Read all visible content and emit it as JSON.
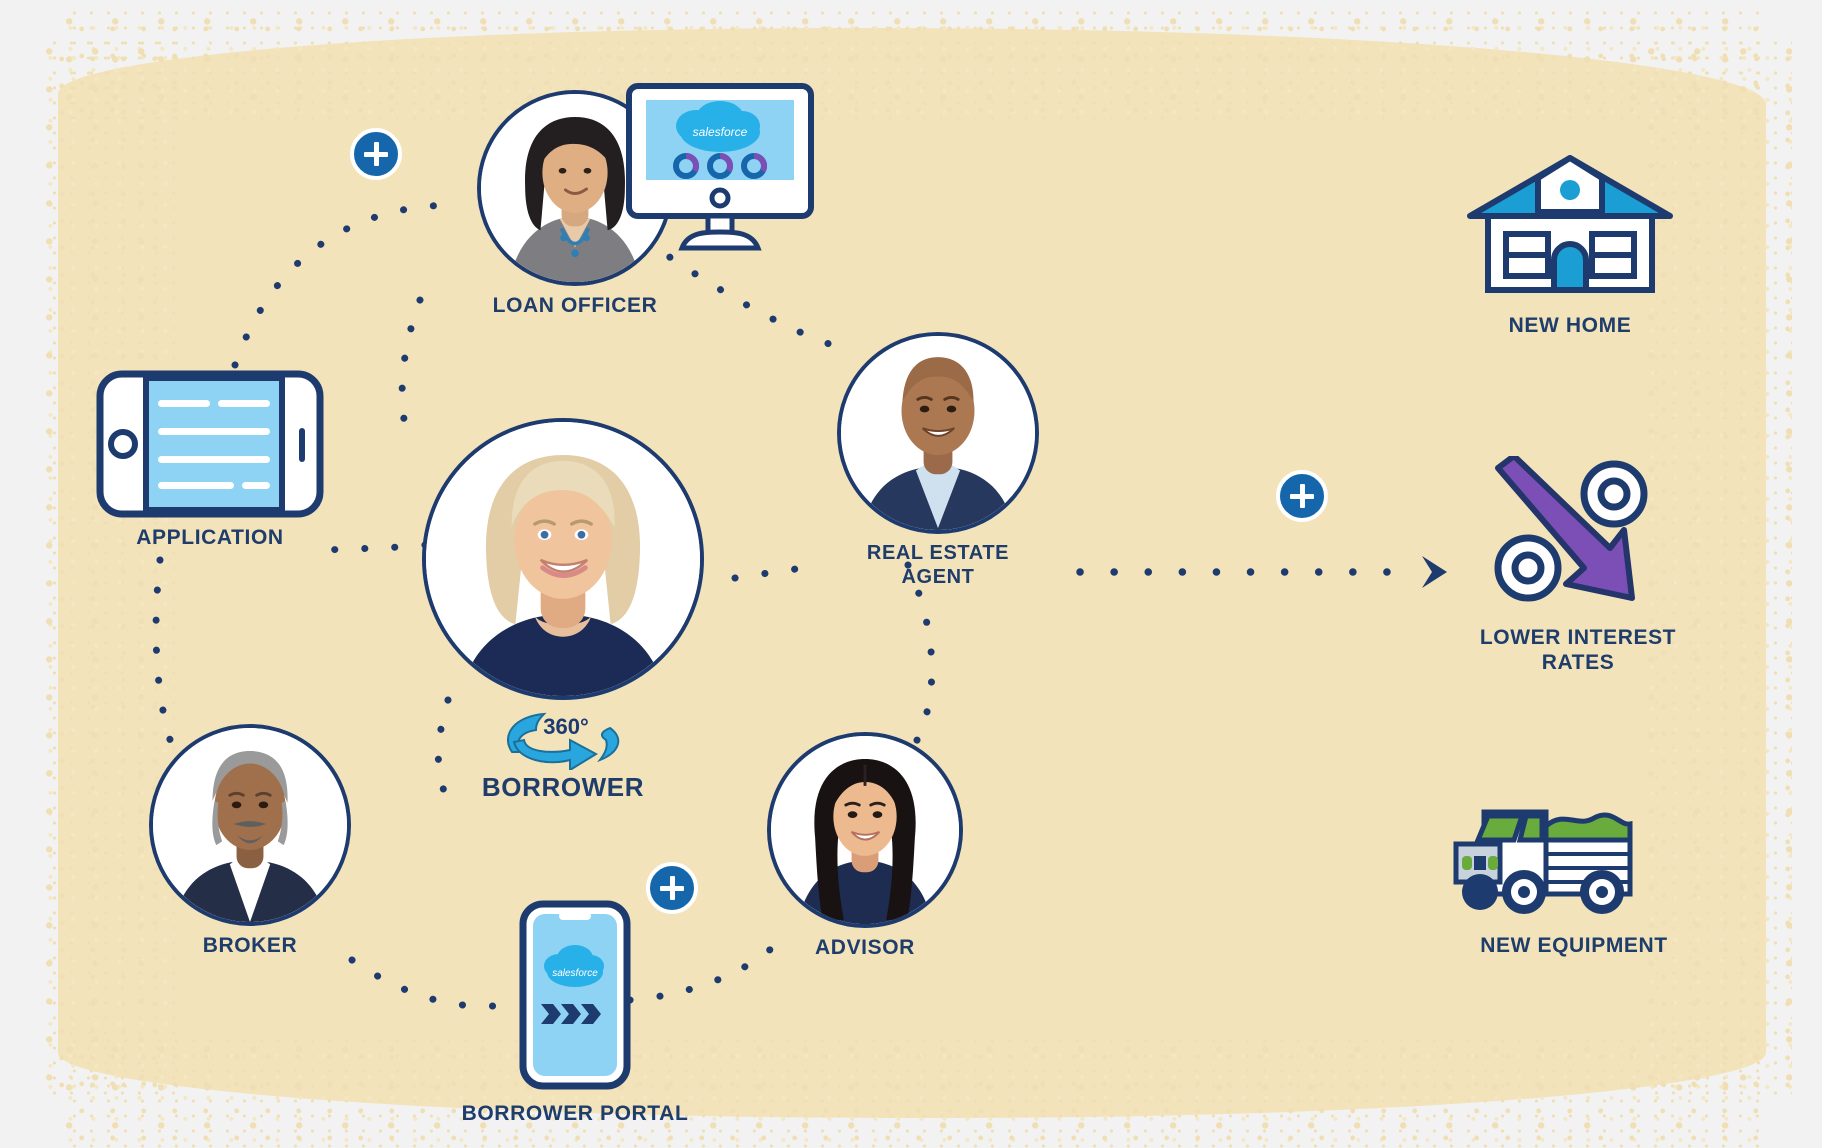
{
  "diagram": {
    "title": "Lending ecosystem 360 diagram",
    "background_color": "#f3e3bb",
    "page_background": "#f2f2f2",
    "accent_navy": "#1d3b6e",
    "accent_blue": "#1566ab",
    "accent_sky": "#29a6dd",
    "accent_purple": "#7b4fb5",
    "accent_green": "#6aab3e"
  },
  "nodes": {
    "application": {
      "label": "APPLICATION",
      "icon": "tablet-application-icon"
    },
    "loan_officer": {
      "label": "LOAN OFFICER",
      "icon": "avatar-loan-officer"
    },
    "desktop": {
      "icon": "salesforce-desktop-icon",
      "brand": "salesforce"
    },
    "borrower": {
      "label": "BORROWER",
      "icon": "avatar-borrower",
      "badge": "360°"
    },
    "real_estate_agent": {
      "label": "REAL ESTATE AGENT",
      "icon": "avatar-real-estate-agent"
    },
    "advisor": {
      "label": "ADVISOR",
      "icon": "avatar-advisor"
    },
    "broker": {
      "label": "BROKER",
      "icon": "avatar-broker"
    },
    "borrower_portal": {
      "label": "BORROWER PORTAL",
      "icon": "salesforce-phone-icon",
      "brand": "salesforce"
    },
    "new_home": {
      "label": "NEW HOME",
      "icon": "house-icon"
    },
    "lower_interest_rates": {
      "label": "LOWER INTEREST\nRATES",
      "icon": "percent-down-arrow-icon"
    },
    "new_equipment": {
      "label": "NEW EQUIPMENT",
      "icon": "dump-truck-icon"
    }
  },
  "badges": {
    "plus_label": "+",
    "plus_top_left": "add-loan-officer-badge",
    "plus_bottom_center": "add-borrower-portal-badge",
    "plus_right": "add-outcome-badge"
  },
  "connectors": [
    {
      "name": "application-to-loan-officer",
      "style": "dotted"
    },
    {
      "name": "loan-officer-to-borrower",
      "style": "dotted"
    },
    {
      "name": "desktop-to-real-estate-agent",
      "style": "dotted"
    },
    {
      "name": "application-to-broker",
      "style": "dotted"
    },
    {
      "name": "borrower-to-application",
      "style": "dotted"
    },
    {
      "name": "borrower-to-borrower-portal",
      "style": "dotted"
    },
    {
      "name": "broker-to-borrower-portal",
      "style": "dotted"
    },
    {
      "name": "borrower-portal-to-advisor",
      "style": "dotted"
    },
    {
      "name": "real-estate-agent-to-advisor",
      "style": "dotted"
    },
    {
      "name": "borrower-to-real-estate-agent",
      "style": "dotted"
    },
    {
      "name": "agent-to-outcomes",
      "style": "dotted-arrow"
    }
  ]
}
